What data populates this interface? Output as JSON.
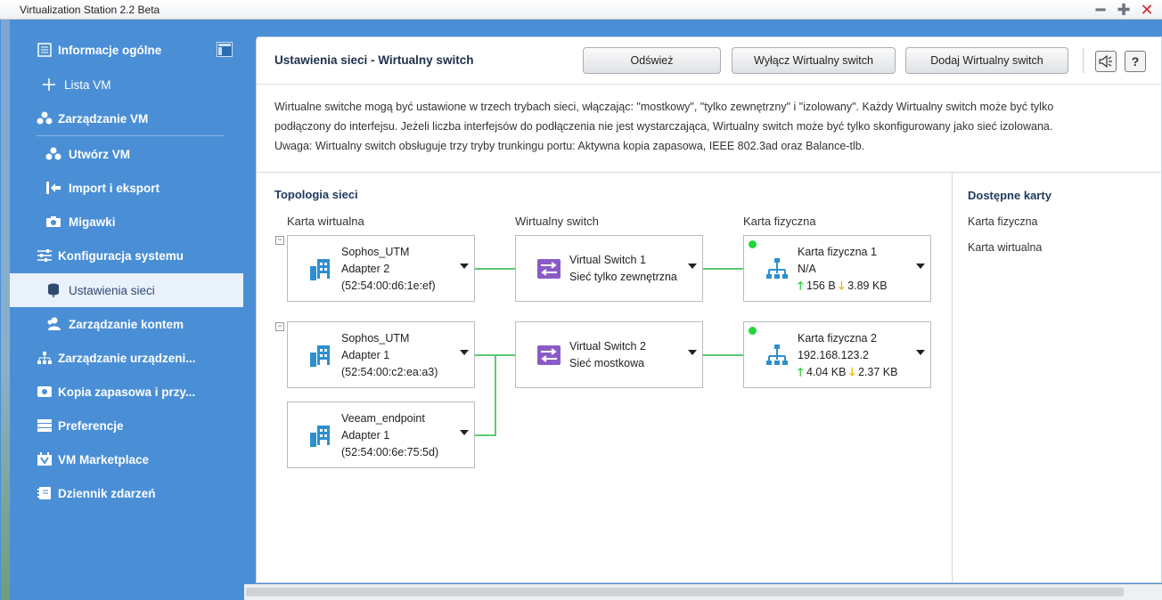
{
  "window": {
    "title": "Virtualization Station 2.2 Beta",
    "min_glyph": "━",
    "max_glyph": "✚",
    "close_glyph": "✕"
  },
  "sidebar": {
    "items": [
      {
        "label": "Informacje ogólne",
        "icon": "info-page-icon",
        "level": "main"
      },
      {
        "label": "Lista VM",
        "icon": "plus-icon",
        "level": "main"
      },
      {
        "label": "Zarządzanie VM",
        "icon": "cubes-icon",
        "level": "main"
      },
      {
        "label": "Utwórz VM",
        "icon": "cubes-icon",
        "level": "sub"
      },
      {
        "label": "Import i eksport",
        "icon": "import-icon",
        "level": "sub"
      },
      {
        "label": "Migawki",
        "icon": "camera-icon",
        "level": "sub"
      },
      {
        "label": "Konfiguracja systemu",
        "icon": "sliders-icon",
        "level": "main"
      },
      {
        "label": "Ustawienia sieci",
        "icon": "network-db-icon",
        "level": "sub",
        "active": true
      },
      {
        "label": "Zarządzanie kontem",
        "icon": "users-icon",
        "level": "sub"
      },
      {
        "label": "Zarządzanie urządzeni...",
        "icon": "devices-icon",
        "level": "main"
      },
      {
        "label": "Kopia zapasowa i przy...",
        "icon": "backup-icon",
        "level": "main"
      },
      {
        "label": "Preferencje",
        "icon": "list-icon",
        "level": "main"
      },
      {
        "label": "VM Marketplace",
        "icon": "market-icon",
        "level": "main"
      },
      {
        "label": "Dziennik zdarzeń",
        "icon": "log-icon",
        "level": "main"
      }
    ]
  },
  "panel": {
    "title": "Ustawienia sieci - Wirtualny switch",
    "buttons": {
      "refresh": "Odśwież",
      "disable": "Wyłącz Wirtualny switch",
      "add": "Dodaj Wirtualny switch"
    },
    "help_glyph": "?",
    "description": [
      "Wirtualne switche mogą być ustawione w trzech trybach sieci, włączając: \"mostkowy\", \"tylko zewnętrzny\" i \"izolowany\". Każdy Wirtualny switch może być tylko",
      "podłączony do interfejsu. Jeżeli liczba interfejsów do podłączenia nie jest wystarczająca, Wirtualny switch może być tylko skonfigurowany jako sieć izolowana.",
      "Uwaga: Wirtualny switch obsługuje trzy tryby trunkingu portu: Aktywna kopia zapasowa, IEEE 802.3ad oraz Balance-tlb."
    ]
  },
  "topology": {
    "title": "Topologia sieci",
    "col_virtual": "Karta wirtualna",
    "col_switch": "Wirtualny switch",
    "col_physical": "Karta fizyczna",
    "collapse_glyph": "−",
    "virtual_cards": [
      {
        "name": "Sophos_UTM",
        "adapter": "Adapter 2",
        "mac": "(52:54:00:d6:1e:ef)"
      },
      {
        "name": "Sophos_UTM",
        "adapter": "Adapter 1",
        "mac": "(52:54:00:c2:ea:a3)"
      },
      {
        "name": "Veeam_endpoint",
        "adapter": "Adapter 1",
        "mac": "(52:54:00:6e:75:5d)"
      }
    ],
    "switches": [
      {
        "name": "Virtual Switch 1",
        "mode": "Sieć tylko zewnętrzna"
      },
      {
        "name": "Virtual Switch 2",
        "mode": "Sieć mostkowa"
      }
    ],
    "physical_cards": [
      {
        "name": "Karta fizyczna 1",
        "address": "N/A",
        "up": "156 B",
        "down": "3.89 KB"
      },
      {
        "name": "Karta fizyczna 2",
        "address": "192.168.123.2",
        "up": "4.04 KB",
        "down": "2.37 KB"
      }
    ]
  },
  "available": {
    "title": "Dostępne karty",
    "items": [
      "Karta fizyczna",
      "Karta wirtualna"
    ]
  },
  "colors": {
    "sidebar": "#4a8fd6",
    "link_line": "#5ec872",
    "status_ok": "#22d63a",
    "switch_icon": "#8a5bc6",
    "physical_icon": "#2d8fd0"
  }
}
